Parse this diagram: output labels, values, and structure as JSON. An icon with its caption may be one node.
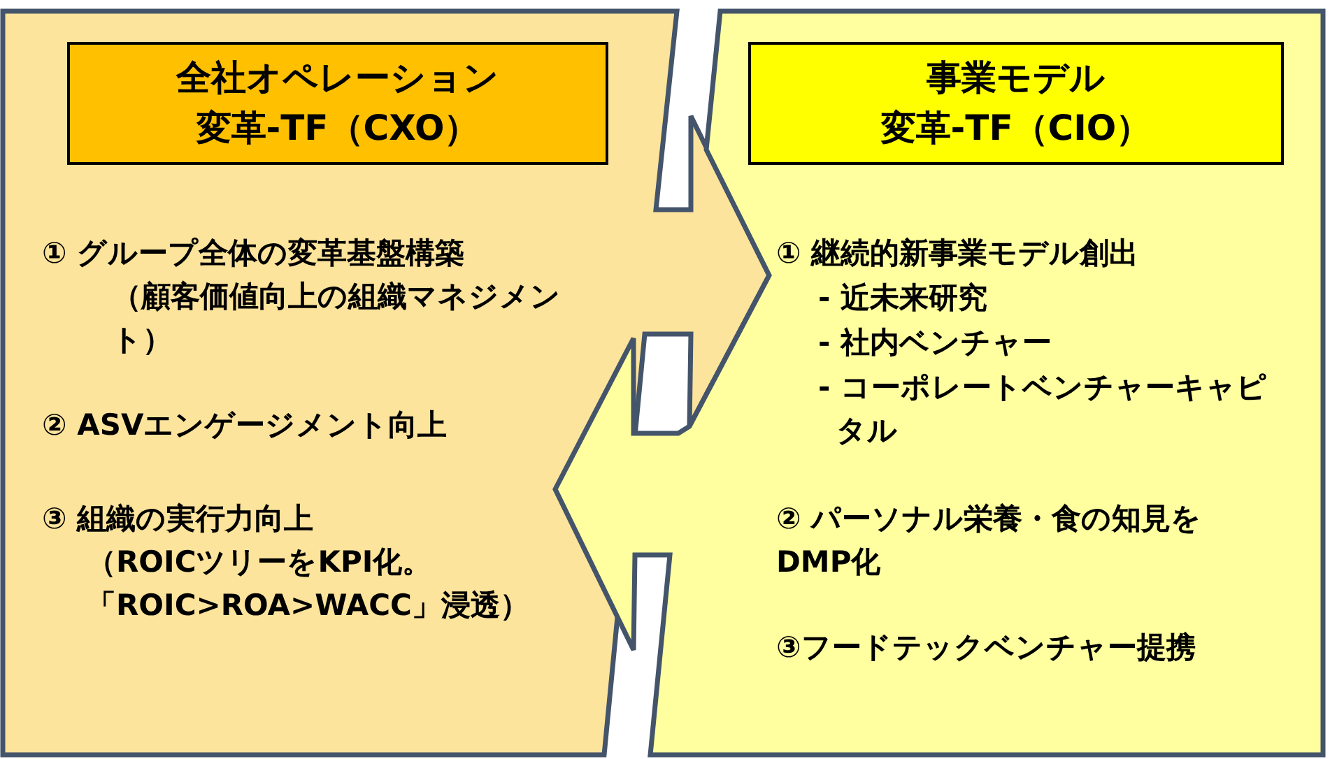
{
  "diagram": {
    "nodes": [
      {
        "text": [
          "① グループ全体の変革基盤構築",
          "（顧客価値向上の組織マネジメント）",
          "② ASVエンゲージメント向上",
          "③ 組織の実行力向上",
          "（ROICツリーをKPI化。「ROIC>ROA>WACC」浸透）"
        ]
      },
      {
        "text": [
          "全社オペレーション",
          "変革-TF（CXO）"
        ],
        "in": 0
      },
      {
        "text": [
          "① 継続的新事業モデル創出",
          "- 近未来研究",
          "- 社内ベンチャー",
          "- コーポレートベンチャーキャピタル",
          "② パーソナル栄養・食の知見をDMP化",
          "③フードテックベンチャー提携"
        ]
      },
      {
        "text": [
          "事業モデル",
          "変革-TF（CIO）"
        ],
        "in": 2
      }
    ]
  }
}
